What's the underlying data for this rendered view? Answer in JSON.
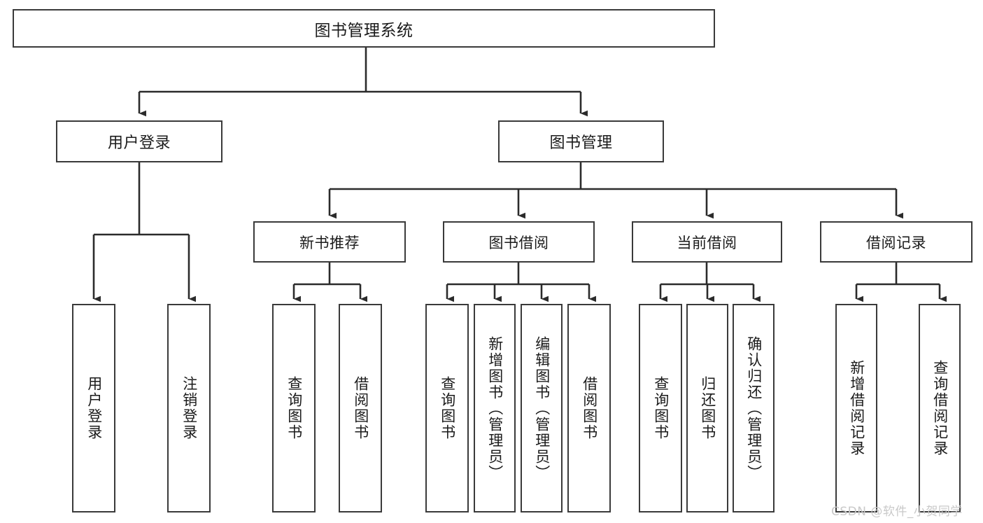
{
  "diagram": {
    "type": "tree-hierarchy",
    "title": "图书管理系统",
    "style": {
      "background": "#ffffff",
      "box_border": "#3a3a3a",
      "box_fill": "#ffffff",
      "connector": "#2b2b2b",
      "text": "#1b1b1b",
      "watermark": "#c9c9c9"
    },
    "root": {
      "label": "图书管理系统"
    },
    "level1": [
      {
        "label": "用户登录"
      },
      {
        "label": "图书管理"
      }
    ],
    "level2": [
      {
        "label": "新书推荐"
      },
      {
        "label": "图书借阅"
      },
      {
        "label": "当前借阅"
      },
      {
        "label": "借阅记录"
      }
    ],
    "leaves": {
      "user_login": [
        {
          "label": "用户登录"
        },
        {
          "label": "注销登录"
        }
      ],
      "new_book_recommend": [
        {
          "label": "查询图书"
        },
        {
          "label": "借阅图书"
        }
      ],
      "book_borrow": [
        {
          "label": "查询图书"
        },
        {
          "label": "新增图书（管理员）"
        },
        {
          "label": "编辑图书（管理员）"
        },
        {
          "label": "借阅图书"
        }
      ],
      "current_borrow": [
        {
          "label": "查询图书"
        },
        {
          "label": "归还图书"
        },
        {
          "label": "确认归还（管理员）"
        }
      ],
      "borrow_records": [
        {
          "label": "新增借阅记录"
        },
        {
          "label": "查询借阅记录"
        }
      ]
    },
    "watermark": "CSDN @软件_小贺同学"
  }
}
